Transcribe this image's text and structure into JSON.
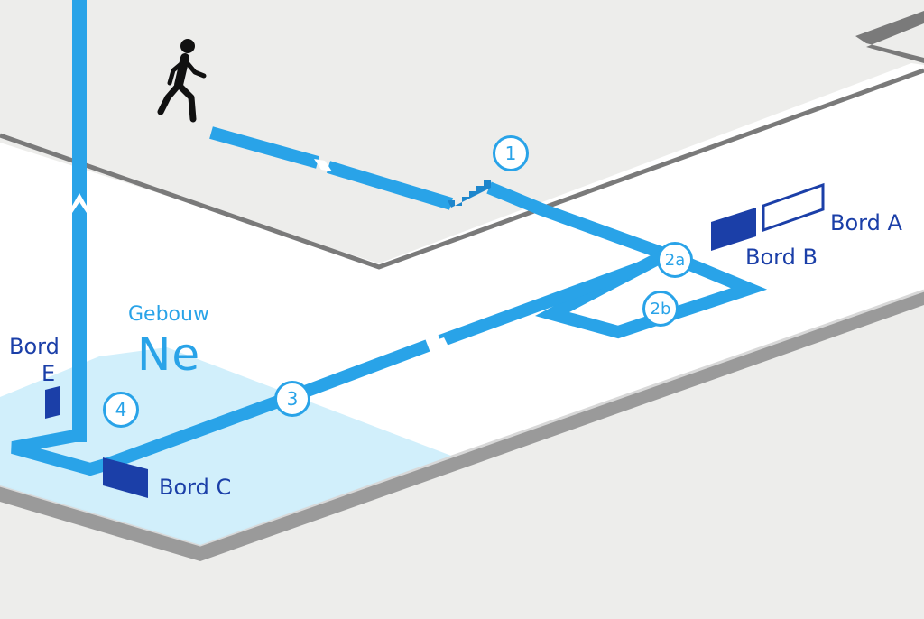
{
  "colors": {
    "route": "#29a3e8",
    "sign": "#1b3fa8",
    "floor": "#ffffff",
    "background": "#ededeb",
    "building_zone": "#cfeefb",
    "edge": "#7a7a7a"
  },
  "pedestrian_icon": "walking-person-icon",
  "waypoints": [
    {
      "id": "1",
      "label": "1"
    },
    {
      "id": "2a",
      "label": "2a"
    },
    {
      "id": "2b",
      "label": "2b"
    },
    {
      "id": "3",
      "label": "3"
    },
    {
      "id": "4",
      "label": "4"
    }
  ],
  "signs": {
    "a": "Bord A",
    "b": "Bord B",
    "c": "Bord C",
    "e_line1": "Bord",
    "e_line2": "E"
  },
  "building": {
    "name": "Gebouw",
    "code": "Ne"
  }
}
